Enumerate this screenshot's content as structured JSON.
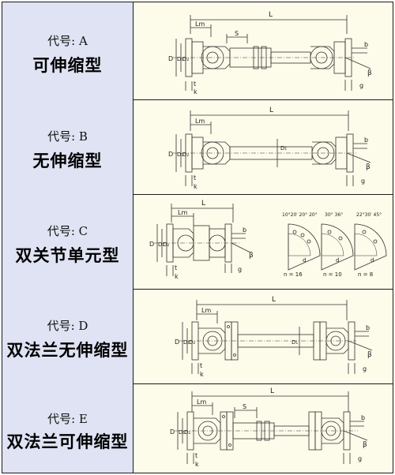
{
  "rows": [
    {
      "code": "代号: A",
      "name": "可伸缩型",
      "labels": {
        "L": "L",
        "Lm": "Lm",
        "S": "S",
        "D": "D",
        "D1": "D₁",
        "D2": "D₂",
        "t": "t",
        "k": "k",
        "b": "b",
        "beta": "β",
        "g": "g"
      }
    },
    {
      "code": "代号: B",
      "name": "无伸缩型",
      "labels": {
        "L": "L",
        "Lm": "Lm",
        "D": "D",
        "D1": "D₁",
        "D2": "D₂",
        "Dcenter": "D₁",
        "t": "t",
        "k": "k",
        "b": "b",
        "beta": "β",
        "g": "g"
      }
    },
    {
      "code": "代号: C",
      "name": "双关节单元型",
      "labels": {
        "L": "L",
        "Lm": "Lm",
        "D": "D",
        "D1": "D₁",
        "D2": "D₂",
        "t": "t",
        "k": "k",
        "b": "b",
        "beta": "β",
        "g": "g"
      },
      "flanges": [
        {
          "angles": "10°20′ 20° 20°",
          "n": "n = 16",
          "d": "d"
        },
        {
          "angles": "30° 36°",
          "n": "n = 10",
          "d": "d"
        },
        {
          "angles": "22°30′ 45°",
          "n": "n = 8",
          "d": "d"
        }
      ]
    },
    {
      "code": "代号: D",
      "name": "双法兰无伸缩型",
      "labels": {
        "L": "L",
        "Lm": "Lm",
        "D": "D",
        "D1": "D₁",
        "D2": "D₂",
        "Dcenter": "D₁",
        "t": "t",
        "k": "k",
        "b": "b",
        "beta": "β",
        "g": "g"
      }
    },
    {
      "code": "代号: E",
      "name": "双法兰可伸缩型",
      "labels": {
        "L": "L",
        "Lm": "Lm",
        "S": "S",
        "D": "D",
        "D1": "D₁",
        "D2": "D₂",
        "t": "t",
        "k": "k",
        "b": "b",
        "beta": "β",
        "g": "g"
      }
    }
  ]
}
